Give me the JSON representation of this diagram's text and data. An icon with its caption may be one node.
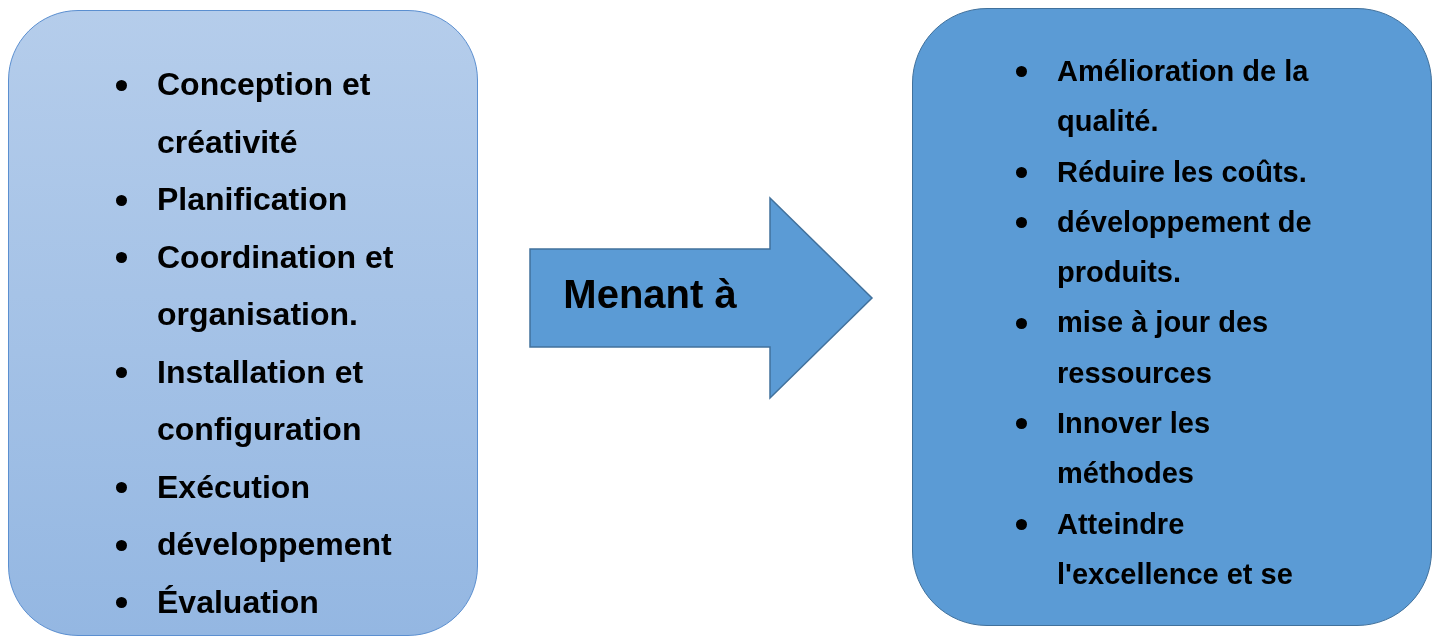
{
  "diagram": {
    "nodes": [
      {
        "text": [
          "Conception et créativité",
          "Planification",
          "Coordination et organisation.",
          "Installation et configuration",
          "Exécution",
          "développement",
          "Évaluation"
        ]
      },
      {
        "text": [
          "Amélioration de la qualité.",
          "Réduire les coûts.",
          "développement de produits.",
          "mise à jour des ressources",
          "Innover les méthodes",
          "Atteindre l'excellence et se"
        ]
      }
    ],
    "edges": [
      {
        "from": 0,
        "to": 1,
        "arrow": "to",
        "label": "Menant à"
      }
    ]
  }
}
